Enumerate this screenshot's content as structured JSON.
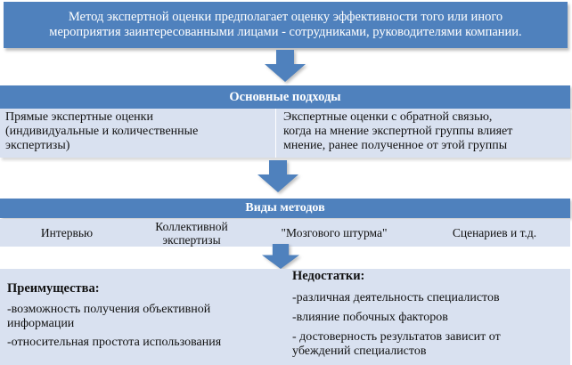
{
  "colors": {
    "header_blue": "#4f81bd",
    "panel_light": "#d9e1f0",
    "arrow_blue": "#4f81bd"
  },
  "intro": {
    "text": "Метод экспертной оценки предполагает оценку эффективности того или иного\nмероприятия заинтересованными лицами - сотрудниками, руководителями компании."
  },
  "approaches": {
    "title": "Основные подходы",
    "left": "Прямые экспертные оценки\n(индивидуальные и количественные\nэкспертизы)",
    "right": "Экспертные оценки с обратной связью,\nкогда на мнение экспертной группы влияет\nмнение, ранее полученное от этой группы"
  },
  "methods": {
    "title": "Виды методов",
    "items": [
      "Интервью",
      "Коллективной\nэкспертизы",
      "\"Мозгового штурма\"",
      "Сценариев и т.д."
    ]
  },
  "pros": {
    "title": "Преимущества:",
    "items": [
      "-возможность получения объективной\nинформации",
      "-относительная простота использования"
    ]
  },
  "cons": {
    "title": "Недостатки:",
    "items": [
      "-различная деятельность  специалистов",
      "-влияние побочных факторов",
      "- достоверность результатов зависит от\nубеждений специалистов"
    ]
  },
  "icons": [
    "arrow-down-icon"
  ]
}
